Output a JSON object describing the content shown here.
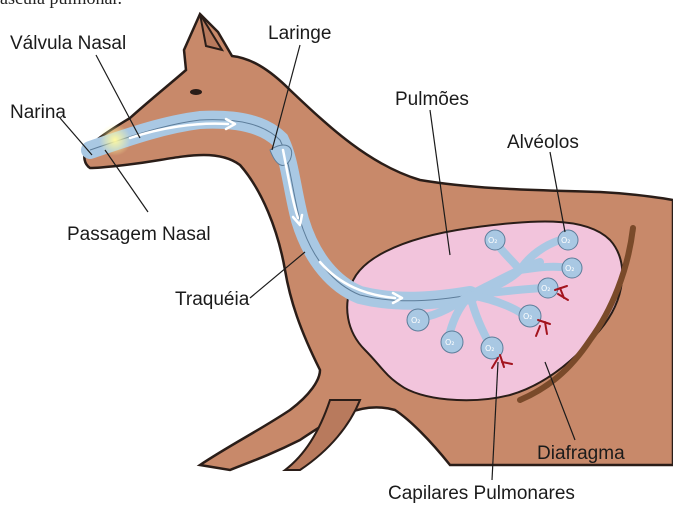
{
  "caption": "ascula pulmonar.",
  "labels": {
    "valvula_nasal": "Válvula Nasal",
    "laringe": "Laringe",
    "narina": "Narina",
    "pulmoes": "Pulmões",
    "alveolos": "Alvéolos",
    "passagem_nasal": "Passagem Nasal",
    "traqueia": "Traquéia",
    "diafragma": "Diafragma",
    "capilares": "Capilares Pulmonares"
  },
  "alveolus_symbol": "O₂",
  "colors": {
    "body": "#c8896a",
    "outline": "#2a1d18",
    "lung": "#f2c4dc",
    "airway": "#a9c8e3",
    "capillary": "#a3141e",
    "diaphragm": "#7a4a2a",
    "airflow": "#ffffff",
    "nostril_glow": "#f5e25a"
  }
}
